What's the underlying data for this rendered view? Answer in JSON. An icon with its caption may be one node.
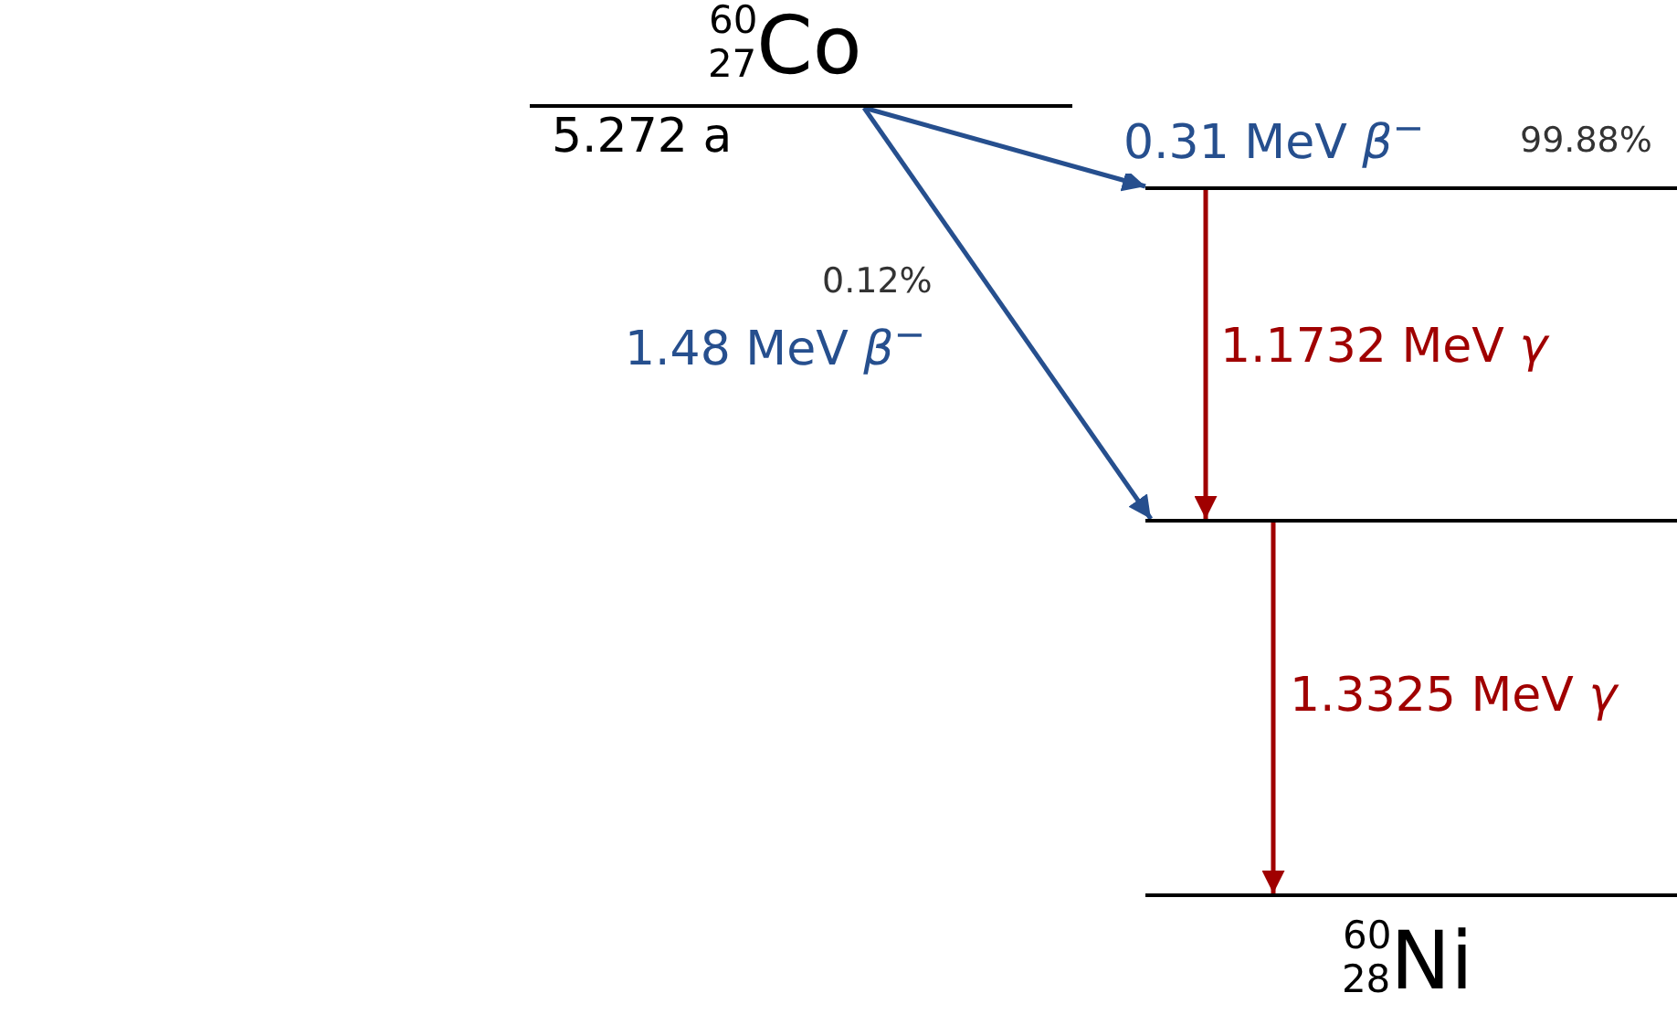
{
  "diagram": {
    "nodes": [
      {
        "text": [
          "$^{60}$$_{27}$Co"
        ],
        "beside": [
          "5.272 a"
        ]
      },
      {
        "text": [],
        "shape": "bar"
      },
      {
        "text": [],
        "shape": "bar"
      },
      {
        "text": [
          "$^{60}$$_{28}$Ni"
        ]
      }
    ],
    "edges": [
      {
        "from": 0,
        "to": 1,
        "arrow": "to",
        "label": "0.31 MeV *β*$^{−}$",
        "color": "#264f8e"
      },
      {
        "from": 0,
        "to": 2,
        "arrow": "to",
        "label": "1.48 MeV *β*$^{−}$",
        "color": "#264f8e"
      },
      {
        "from": 1,
        "to": 2,
        "arrow": "to",
        "label": "1.1732 MeV *γ*",
        "color": "#a00000"
      },
      {
        "from": 2,
        "to": 3,
        "arrow": "to",
        "label": "1.3325 MeV *γ*",
        "color": "#a00000"
      }
    ],
    "labels": [
      "99.88%",
      "0.12%"
    ]
  }
}
